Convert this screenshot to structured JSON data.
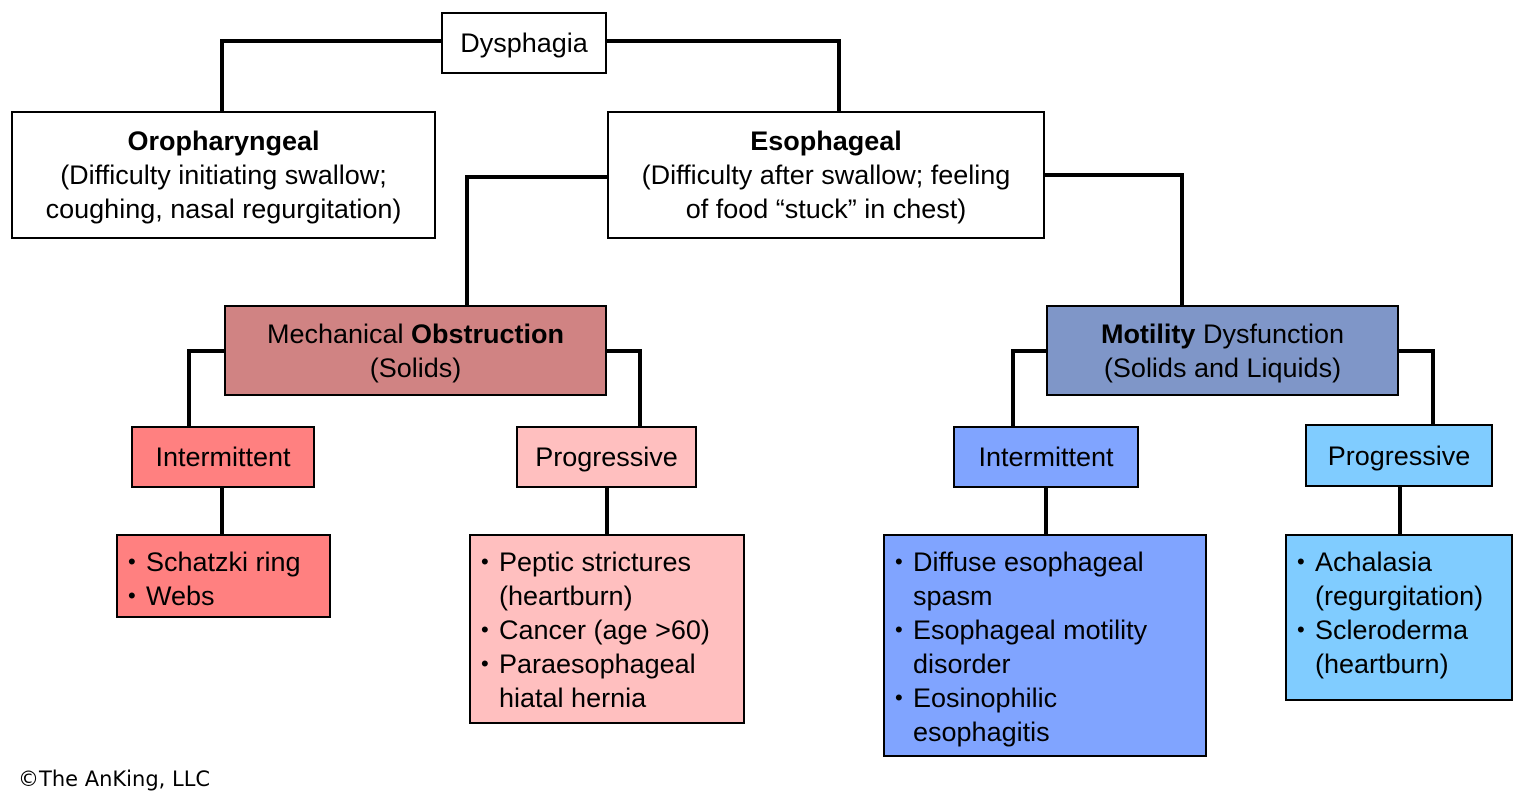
{
  "root": {
    "label": "Dysphagia"
  },
  "oropharyngeal": {
    "title": "Oropharyngeal",
    "desc_line1": "(Difficulty initiating swallow;",
    "desc_line2": "coughing, nasal regurgitation)"
  },
  "esophageal": {
    "title": "Esophageal",
    "desc_line1": "(Difficulty after swallow; feeling",
    "desc_line2": "of food “stuck” in chest)"
  },
  "mechanical": {
    "title_plain": "Mechanical ",
    "title_bold": "Obstruction",
    "subtitle": "(Solids)",
    "color": "#d08383",
    "intermittent": {
      "label": "Intermittent",
      "color": "#ff8080",
      "items": [
        "Schatzki ring",
        "Webs"
      ]
    },
    "progressive": {
      "label": "Progressive",
      "color": "#ffbfbf",
      "items": [
        "Peptic strictures (heartburn)",
        "Cancer (age >60)",
        "Paraesophageal hiatal hernia"
      ]
    }
  },
  "motility": {
    "title_bold": "Motility",
    "title_plain": " Dysfunction",
    "subtitle": "(Solids and Liquids)",
    "color": "#7f96c8",
    "intermittent": {
      "label": "Intermittent",
      "color": "#80a4ff",
      "items": [
        "Diffuse esophageal spasm",
        "Esophageal motility disorder",
        "Eosinophilic esophagitis"
      ]
    },
    "progressive": {
      "label": "Progressive",
      "color": "#80ccff",
      "items": [
        "Achalasia (regurgitation)",
        "Scleroderma (heartburn)"
      ]
    }
  },
  "footer": {
    "copyright": "©The AnKing, LLC"
  }
}
